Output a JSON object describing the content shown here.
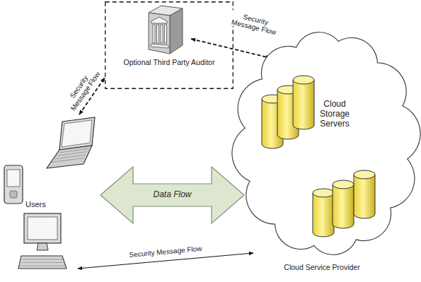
{
  "diagram": {
    "nodes": [
      {
        "text": [
          "Optional Third Party Auditor"
        ]
      },
      {
        "text": [
          "Users"
        ]
      },
      {
        "text": [
          "Cloud Storage Servers",
          "Cloud Service Provider"
        ]
      }
    ],
    "edges": [
      {
        "from": 1,
        "to": 0,
        "arrow": "both",
        "label": "Security Message Flow"
      },
      {
        "from": 0,
        "to": 2,
        "arrow": "both",
        "label": "Security Message Flow"
      },
      {
        "from": 1,
        "to": 2,
        "arrow": "both",
        "label": "Data Flow"
      },
      {
        "from": 1,
        "to": 2,
        "arrow": "both",
        "label": "Security Message Flow"
      }
    ]
  }
}
